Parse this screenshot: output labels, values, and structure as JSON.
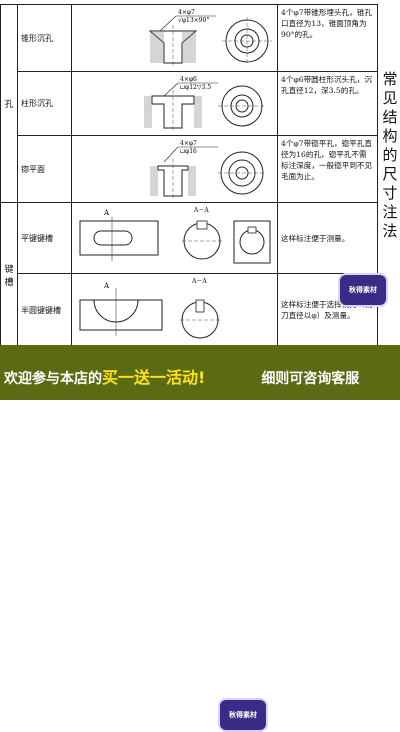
{
  "categories": {
    "hole": "孔",
    "keyway": "键槽"
  },
  "rows": [
    {
      "type": "锥形沉孔",
      "desc": "4个φ7带锥形埋头孔，锥孔口直径为13，锥面顶角为90°的孔。",
      "dims": {
        "top": "4×φ7",
        "sub": "√φ13×90°"
      }
    },
    {
      "type": "柱形沉孔",
      "desc": "4个φ6带圆柱形沉头孔，沉孔直径12，深3.5的孔。",
      "dims": {
        "top": "4×φ6",
        "sub": "⊔φ12▽3.5"
      }
    },
    {
      "type": "锪平面",
      "desc": "4个φ7带锪平孔，锪平孔直径为16的孔，锪平孔不需标注深度，一般锪平到不见毛面为止。",
      "dims": {
        "top": "4×φ7",
        "sub": "⊔φ16"
      }
    },
    {
      "type": "平键键槽",
      "desc": "这样标注便于测量。",
      "dims": {
        "section": "A－A",
        "mark": "A"
      }
    },
    {
      "type": "半圆键键槽",
      "desc": "这样标注便于选择铣刀（铣刀直径以φ）及测量。",
      "dims": {
        "section": "A－A",
        "mark": "A"
      }
    }
  ],
  "side_title": "常见结构的尺寸注法",
  "banner": {
    "before": "欢迎参与本店的",
    "highlight": "买一送一活动!",
    "after": "细则可咨询客服"
  },
  "watermark": "秋得素材"
}
